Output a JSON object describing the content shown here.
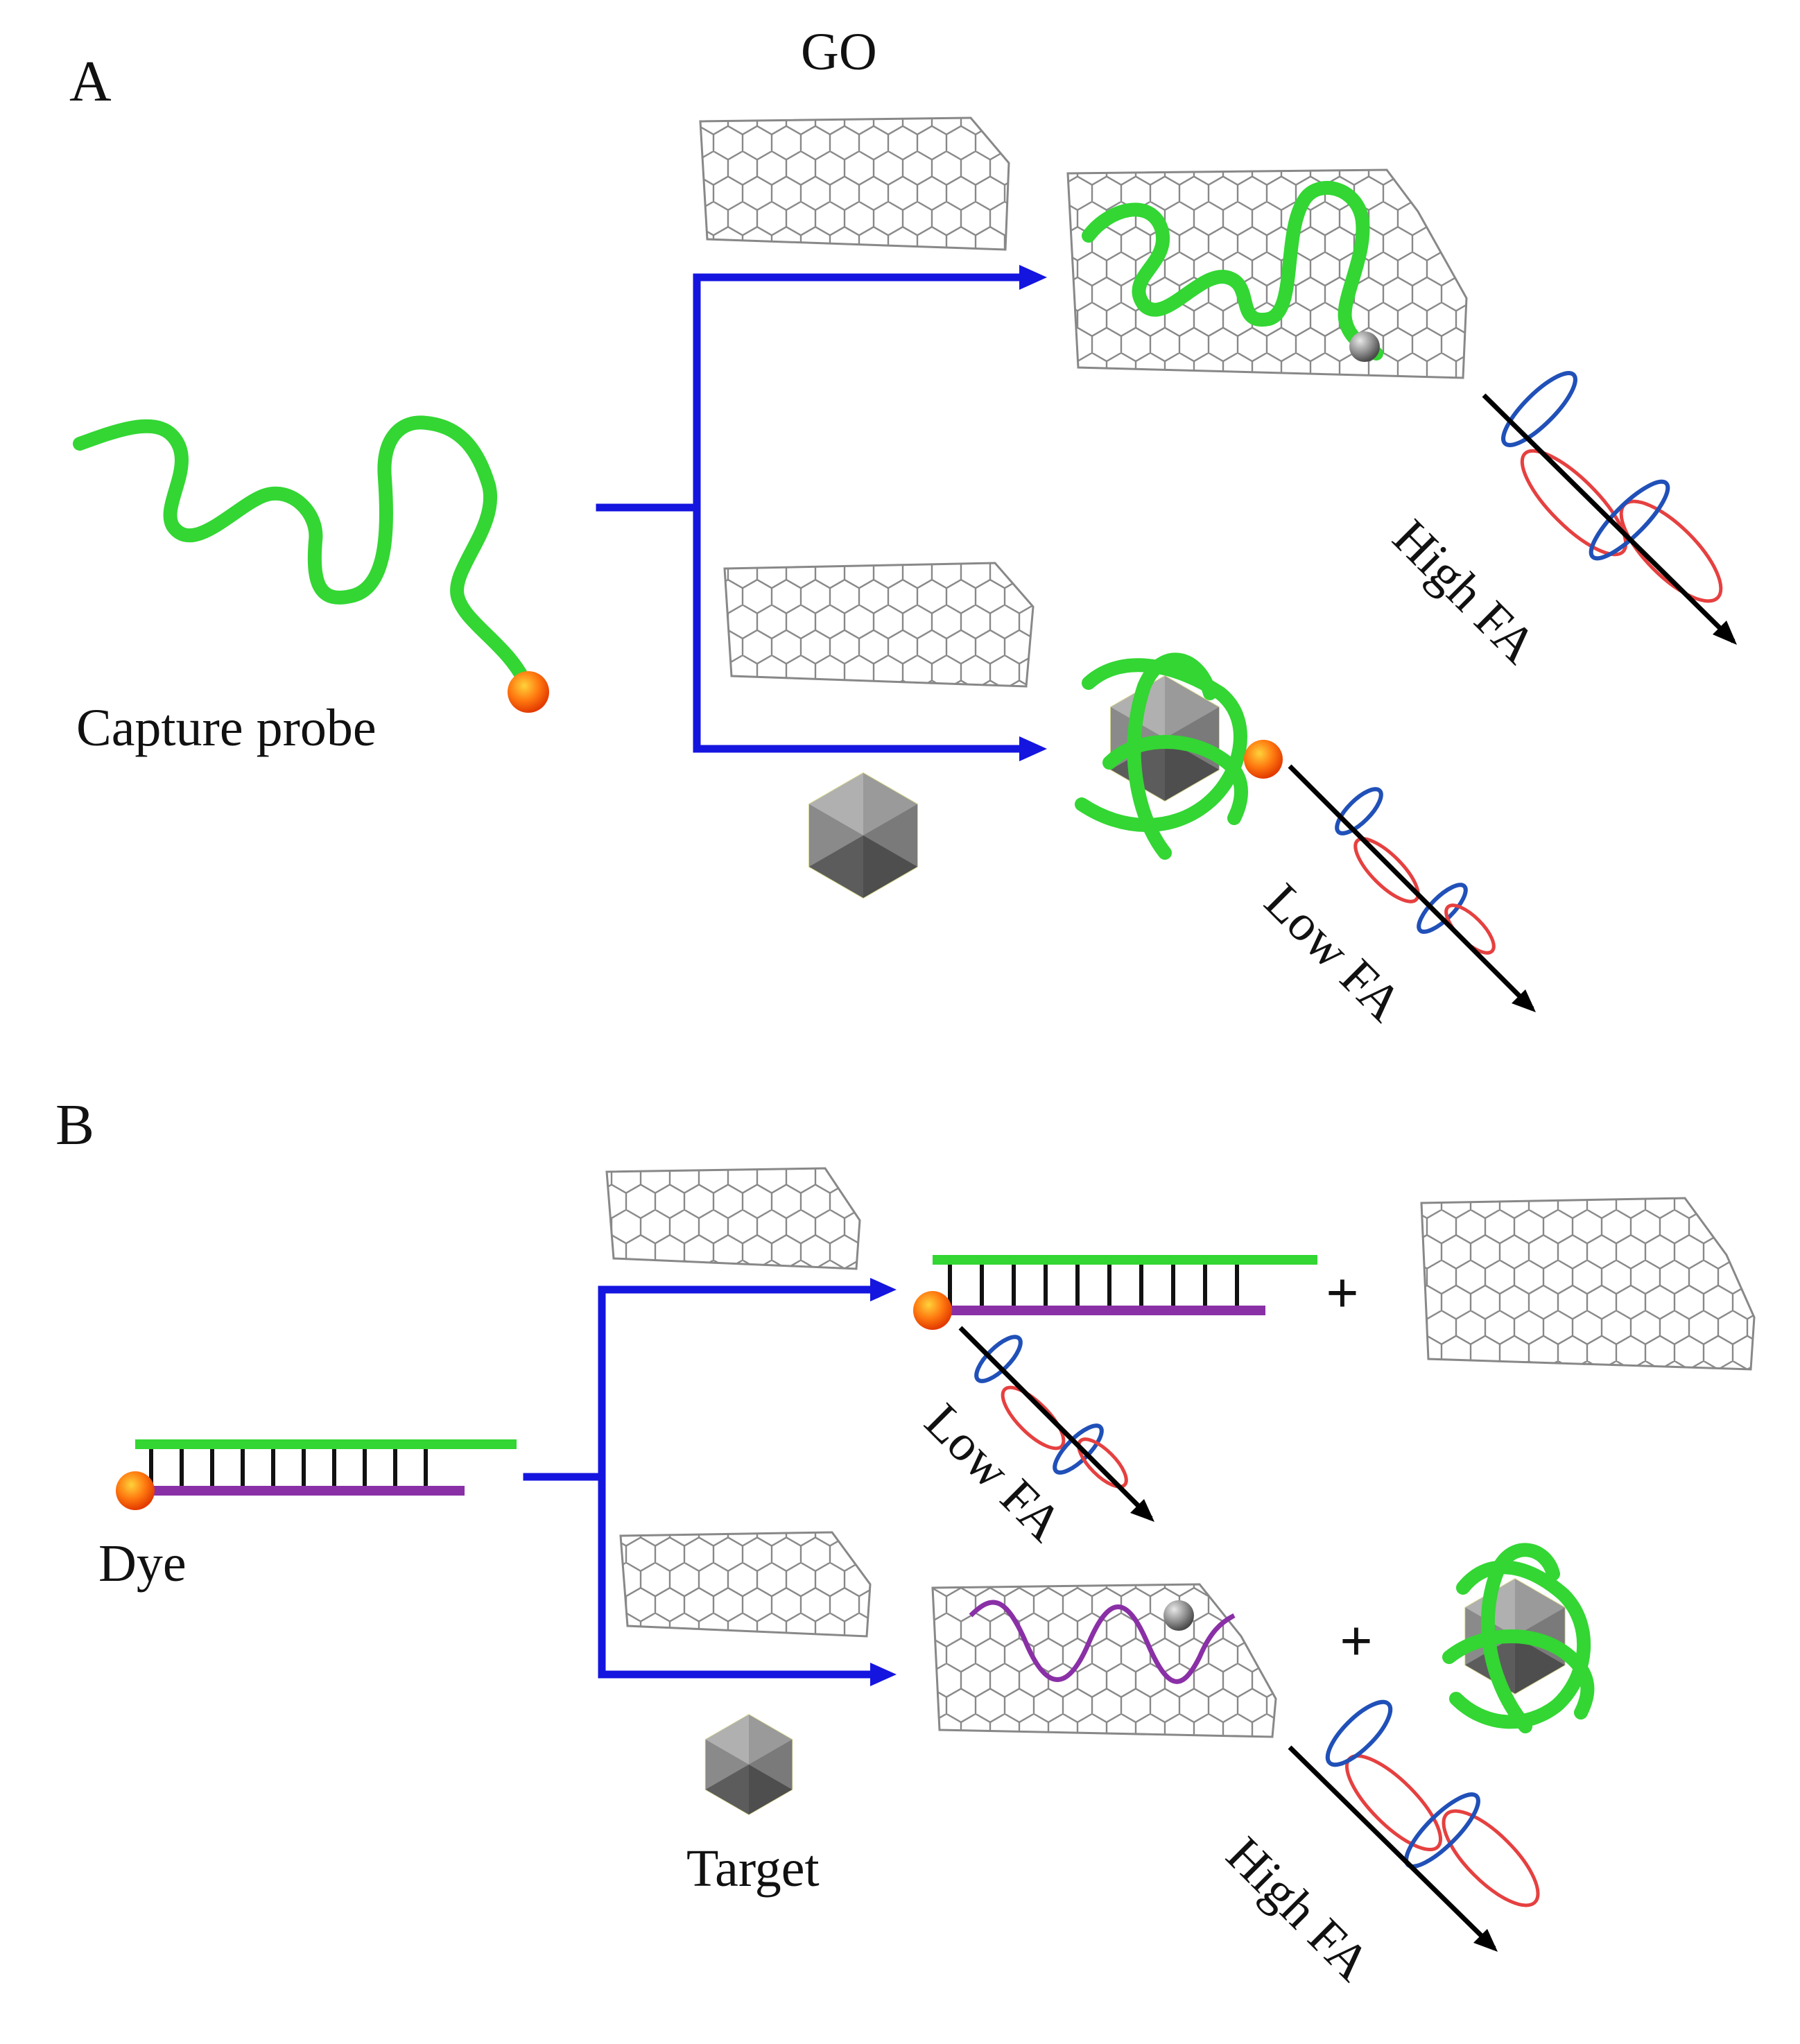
{
  "panels": {
    "a": {
      "letter": "A",
      "top_label": "GO",
      "probe_label": "Capture probe",
      "high_fa": "High FA",
      "low_fa": "Low FA"
    },
    "b": {
      "letter": "B",
      "dye_label": "Dye",
      "target_label": "Target",
      "low_fa": "Low FA",
      "high_fa": "High FA",
      "plus": "+"
    }
  },
  "colors": {
    "probe": "#33d633",
    "complementary": "#8a30a6",
    "arrows": "#1515e0",
    "dye": "#ff5a0a",
    "helix_blue": "#2050b8",
    "helix_red": "#e64040",
    "graphene": "#888888",
    "target": "#7a7a7a"
  }
}
